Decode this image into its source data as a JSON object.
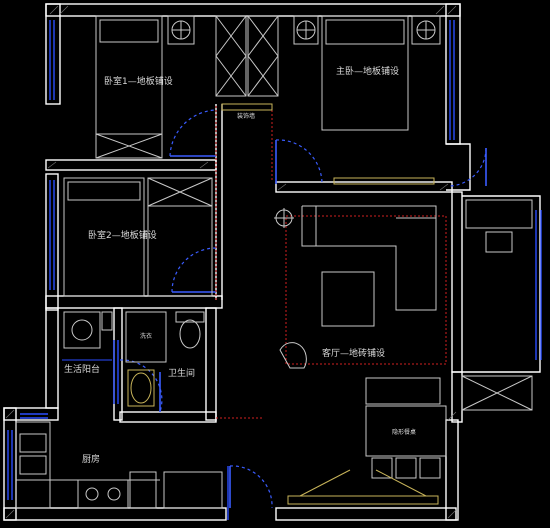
{
  "labels": {
    "bedroom1": "卧室1—地板铺设",
    "master": "主卧—地板铺设",
    "decor_wall": "装饰墙",
    "bedroom2": "卧室2—地板铺设",
    "laundry": "洗衣",
    "utility_balcony": "生活阳台",
    "bathroom": "卫生间",
    "living": "客厅—地砖铺设",
    "dining": "隐形餐桌",
    "kitchen": "厨房"
  },
  "colors": {
    "background": "#000000",
    "wall": "#ffffff",
    "window": "#2a4dff",
    "door_swing": "#3a5cff",
    "furniture": "#c8c8c8",
    "accent_yellow": "#c8b45a",
    "red_dashed": "#d02020",
    "text": "#d9d9d9"
  }
}
